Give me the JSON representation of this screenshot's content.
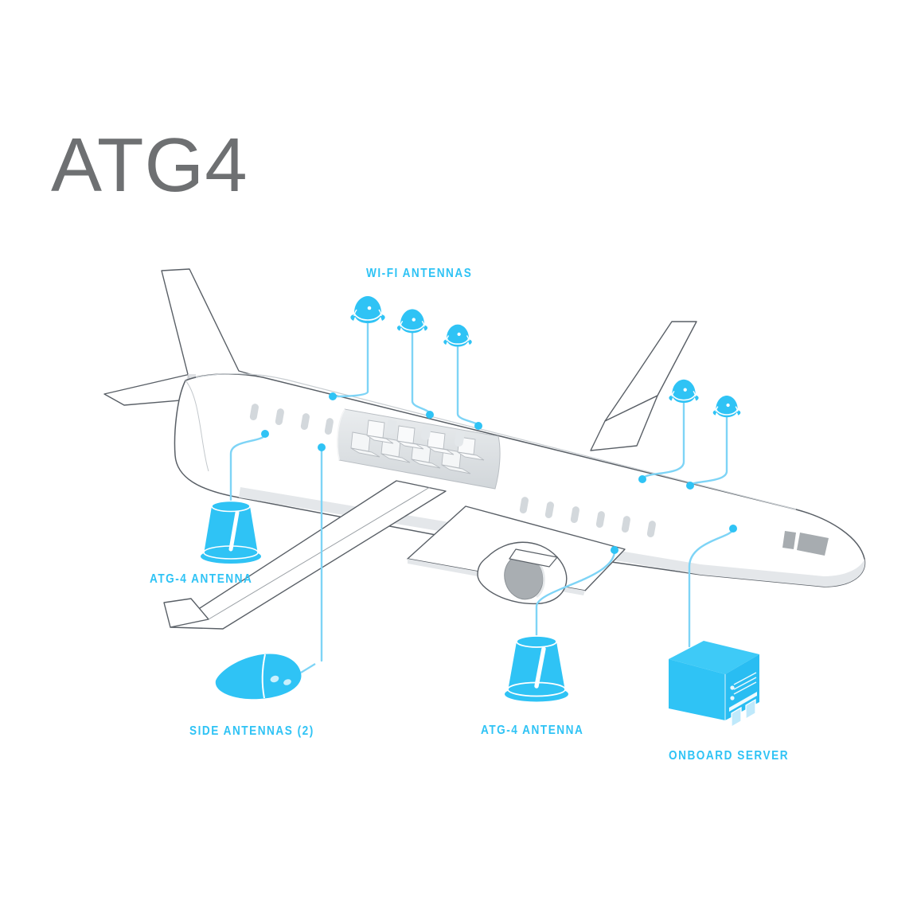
{
  "page": {
    "title": "ATG4",
    "background_color": "#ffffff",
    "title_color": "#6e7072"
  },
  "theme": {
    "accent": "#2fc3f5",
    "accent_light": "#8ed9f7",
    "accent_leader": "#6fd2f6",
    "outline": "#595f66",
    "fuselage_fill": "#ffffff",
    "shadow_gray": "#d9dcdf",
    "window_gray": "#c9ced2",
    "cockpit_gray": "#a7acb0",
    "cabin_panel": "#dfe2e5"
  },
  "subject": {
    "name": "commercial-aircraft-cutaway",
    "description": "Three-quarter view line drawing of a narrow-body jet with cabin cutaway"
  },
  "callouts": [
    {
      "id": "wifi-antennas",
      "label": "WI-FI ANTENNAS",
      "icon": "wifi-dome-antenna",
      "count": 5,
      "color": "#2fc3f5"
    },
    {
      "id": "atg4-antenna-left",
      "label": "ATG-4 ANTENNA",
      "icon": "atg4-drum-antenna",
      "count": 1,
      "color": "#2fc3f5"
    },
    {
      "id": "side-antennas",
      "label": "SIDE ANTENNAS (2)",
      "icon": "side-pod-antenna",
      "count": 2,
      "color": "#2fc3f5"
    },
    {
      "id": "atg4-antenna-right",
      "label": "ATG-4 ANTENNA",
      "icon": "atg4-drum-antenna",
      "count": 1,
      "color": "#2fc3f5"
    },
    {
      "id": "onboard-server",
      "label": "ONBOARD SERVER",
      "icon": "server-box",
      "count": 1,
      "color": "#2fc3f5"
    }
  ],
  "server_icon": {
    "led_count": 2,
    "vent_line_count": 3,
    "drive_bay_count": 2
  },
  "side_pod_icon": {
    "port_count": 2
  },
  "cabin": {
    "seat_rows": 6,
    "window_count_cutaway": 4,
    "forward_window_count": 8,
    "aft_window_count": 4
  }
}
